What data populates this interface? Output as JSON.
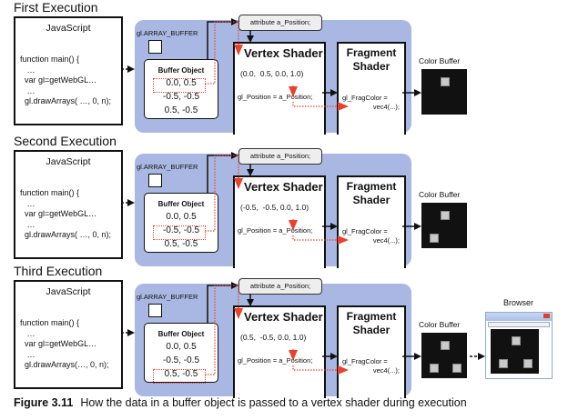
{
  "rows": [
    {
      "title": "First Execution",
      "javascript": {
        "title": "JavaScript",
        "code": "function main() {\n   …\n  var gl=getWebGL…\n   …\n  gl.drawArrays( …, 0, n);"
      },
      "array_buffer_label": "gl.ARRAY_BUFFER",
      "buffer_object": {
        "title": "Buffer Object",
        "values": [
          "0.0,  0.5",
          "-0.5, -0.5",
          "0.5, -0.5"
        ],
        "highlighted_index": 0
      },
      "attribute": "attribute a_Position;",
      "vertex_shader": {
        "title": "Vertex Shader",
        "vector": "(0.0,  0.5, 0.0, 1.0)",
        "assignment": "gl_Position = a_Position;"
      },
      "fragment_shader": {
        "title_line1": "Fragment",
        "title_line2": "Shader",
        "code_line1": "gl_FragColor =",
        "code_line2": "vec4(...);"
      },
      "color_buffer": {
        "label": "Color Buffer",
        "points_drawn": 1
      }
    },
    {
      "title": "Second Execution",
      "javascript": {
        "title": "JavaScript",
        "code": "function main() {\n   …\n  var gl=getWebGL…\n   …\n  gl.drawArrays( …, 0, n);"
      },
      "array_buffer_label": "gl.ARRAY_BUFFER",
      "buffer_object": {
        "title": "Buffer Object",
        "values": [
          "0.0,  0.5",
          "-0.5, -0.5",
          "0.5, -0.5"
        ],
        "highlighted_index": 1
      },
      "attribute": "attribute a_Position;",
      "vertex_shader": {
        "title": "Vertex Shader",
        "vector": "(-0.5,  -0.5, 0.0, 1.0)",
        "assignment": "gl_Position = a_Position;"
      },
      "fragment_shader": {
        "title_line1": "Fragment",
        "title_line2": "Shader",
        "code_line1": "gl_FragColor =",
        "code_line2": "vec4(...);"
      },
      "color_buffer": {
        "label": "Color Buffer",
        "points_drawn": 2
      }
    },
    {
      "title": "Third Execution",
      "javascript": {
        "title": "JavaScript",
        "code": "function main() {\n   …\n  var gl=getWebGL…\n   …\n  gl.drawArrays(…, 0, n);"
      },
      "array_buffer_label": "gl.ARRAY_BUFFER",
      "buffer_object": {
        "title": "Buffer Object",
        "values": [
          "0.0,  0.5",
          "-0.5, -0.5",
          "0.5, -0.5"
        ],
        "highlighted_index": 2
      },
      "attribute": "attribute a_Position;",
      "vertex_shader": {
        "title": "Vertex Shader",
        "vector": "(0.5,  -0.5, 0.0, 1.0)",
        "assignment": "gl_Position = a_Position;"
      },
      "fragment_shader": {
        "title_line1": "Fragment",
        "title_line2": "Shader",
        "code_line1": "gl_FragColor =",
        "code_line2": "vec4(...);"
      },
      "color_buffer": {
        "label": "Color Buffer",
        "points_drawn": 3
      }
    }
  ],
  "browser": {
    "label": "Browser",
    "points_drawn": 3
  },
  "caption": {
    "figure_number": "Figure 3.11",
    "text": "How the data in a buffer object is passed to a vertex shader during execution"
  },
  "colors": {
    "panel": "#a9b8e2",
    "highlight": "#e8412c",
    "canvas": "#111111",
    "point": "#c9c9c9"
  },
  "points": [
    {
      "x": 0.0,
      "y": 0.5
    },
    {
      "x": -0.5,
      "y": -0.5
    },
    {
      "x": 0.5,
      "y": -0.5
    }
  ]
}
